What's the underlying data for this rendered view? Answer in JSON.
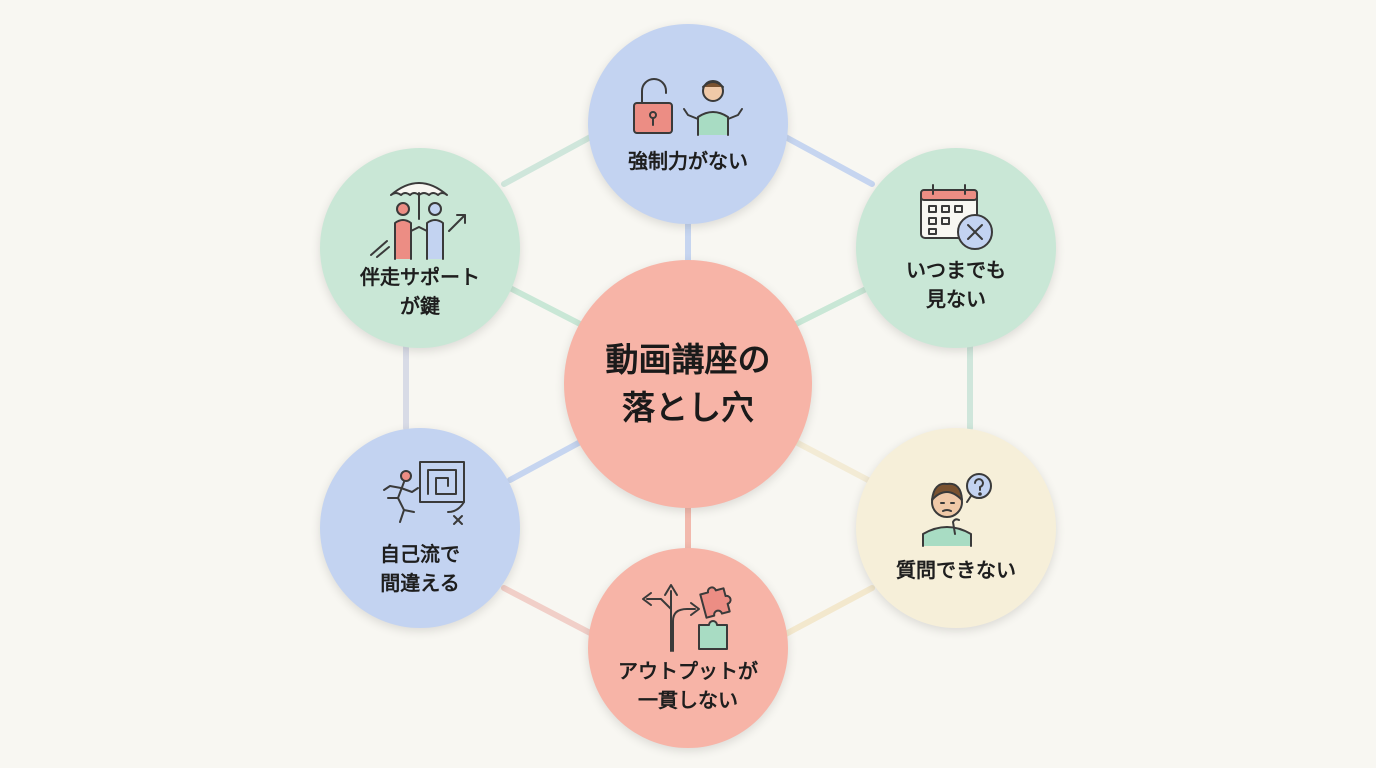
{
  "center": {
    "line1": "動画講座の",
    "line2": "落とし穴"
  },
  "nodes": {
    "top": {
      "line1": "強制力がない",
      "icon": "unlocked-padlock-and-shrugging-person-icon"
    },
    "upper_right": {
      "line1": "いつまでも",
      "line2": "見ない",
      "icon": "calendar-with-cross-icon"
    },
    "lower_right": {
      "line1": "質問できない",
      "icon": "confused-person-with-question-bubble-icon"
    },
    "bottom": {
      "line1": "アウトプットが",
      "line2": "一貫しない",
      "icon": "branching-arrows-and-puzzle-icon"
    },
    "lower_left": {
      "line1": "自己流で",
      "line2": "間違える",
      "icon": "person-running-from-maze-icon"
    },
    "upper_left": {
      "line1": "伴走サポート",
      "line2": "が鍵",
      "icon": "two-people-under-umbrella-with-rising-arrow-icon"
    }
  },
  "colors": {
    "background": "#f8f7f2",
    "blue": "#c3d3f1",
    "green": "#c9e7d6",
    "coral": "#f7b4a7",
    "cream": "#f6efd9",
    "icon_stroke": "#3a3a3a",
    "icon_red": "#ec8d84",
    "icon_green": "#a8dcc3"
  }
}
